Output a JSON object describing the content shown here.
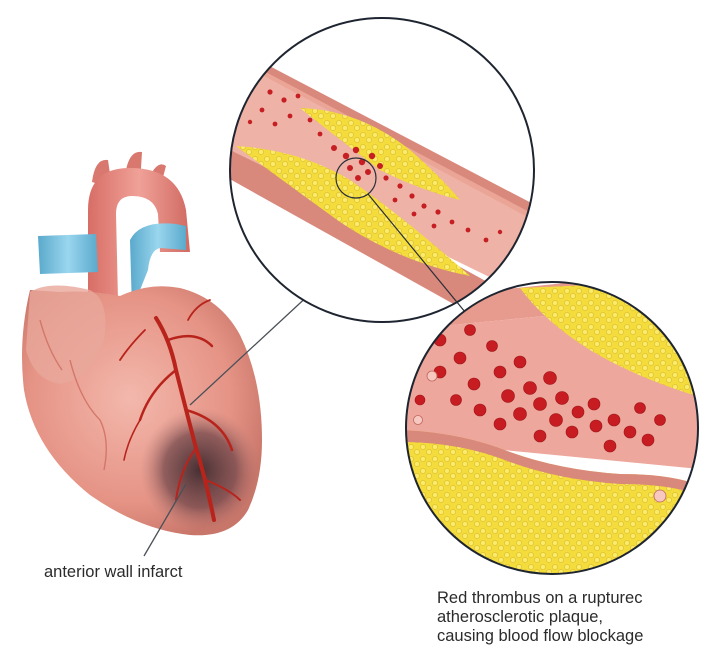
{
  "labels": {
    "infarct": "anterior wall infarct",
    "caption_line1": "Red thrombus on a rupturec",
    "caption_line2": "atherosclerotic plaque,",
    "caption_line3": "causing blood flow blockage"
  },
  "colors": {
    "heart": "#e69a8c",
    "heart_dark": "#c46e63",
    "aorta": "#e07d74",
    "vein_blue": "#7cc4e0",
    "coronary": "#c0281d",
    "necrosis": "#5a3a3a",
    "plaque": "#f2d93a",
    "vessel_wall": "#e79a8e",
    "lumen": "#e8a59b",
    "blood_cell": "#c81e22",
    "outline": "#1e2530"
  }
}
